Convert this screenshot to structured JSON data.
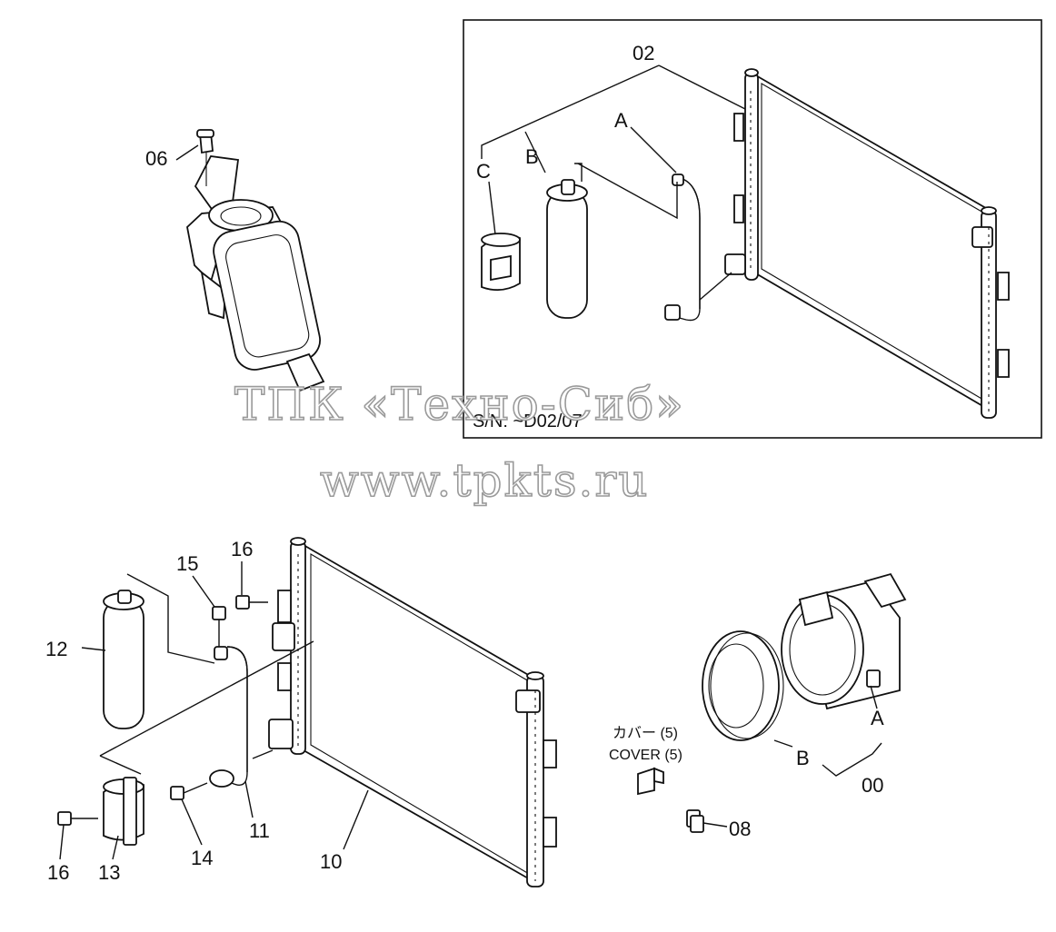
{
  "diagram": {
    "labels": {
      "p06": "06",
      "p02": "02",
      "pA_top": "A",
      "pB_top": "B",
      "pC_top": "C",
      "p15": "15",
      "p16_top": "16",
      "p12": "12",
      "p11": "11",
      "p14": "14",
      "p16_bottom": "16",
      "p13": "13",
      "p10": "10",
      "pA_comp": "A",
      "pB_comp": "B",
      "p00": "00",
      "p08": "08"
    },
    "serial_note": "S/N: ~D02/07",
    "cover_jp": "カバー  (5)",
    "cover_en": "COVER  (5)"
  },
  "watermark": {
    "line1": "ТПК «Техно-Сиб»",
    "line2": "www.tpkts.ru"
  }
}
